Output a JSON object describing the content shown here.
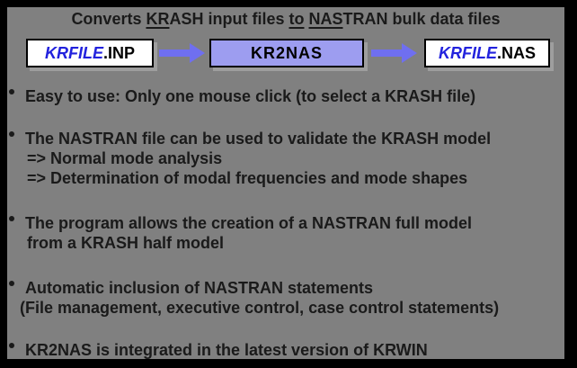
{
  "colors": {
    "bg": "#808080",
    "frame": "#000000",
    "text": "#1a1a1a",
    "arrow": "#6f6ff0",
    "boxfill": "#9d9df0",
    "filetext": "#2222dd",
    "boxbg": "#ffffff"
  },
  "title": {
    "segments": [
      {
        "text": "Converts ",
        "underline": false
      },
      {
        "text": "KR",
        "underline": true
      },
      {
        "text": "ASH input files ",
        "underline": false
      },
      {
        "text": "to",
        "underline": true
      },
      {
        "text": " ",
        "underline": false
      },
      {
        "text": "NAS",
        "underline": true
      },
      {
        "text": "TRAN bulk data files",
        "underline": false
      }
    ]
  },
  "flow": {
    "input_box": {
      "name": "KRFILE",
      "ext": ".INP"
    },
    "program_box": {
      "label": "KR2NAS"
    },
    "output_box": {
      "name": "KRFILE",
      "ext": ".NAS"
    }
  },
  "bullets": [
    {
      "lines": [
        "Easy to use: Only one mouse click (to select a KRASH file)"
      ]
    },
    {
      "lines": [
        "The NASTRAN file can be used to validate the KRASH model",
        "=> Normal mode analysis",
        "=> Determination of modal frequencies and mode shapes"
      ]
    },
    {
      "lines": [
        "The program allows the creation of a NASTRAN full model",
        "from a KRASH half model"
      ]
    },
    {
      "lines": [
        "Automatic inclusion of NASTRAN statements",
        "(File management, executive control, case control statements)"
      ]
    },
    {
      "lines": [
        "KR2NAS is integrated in the latest version of KRWIN"
      ]
    }
  ]
}
